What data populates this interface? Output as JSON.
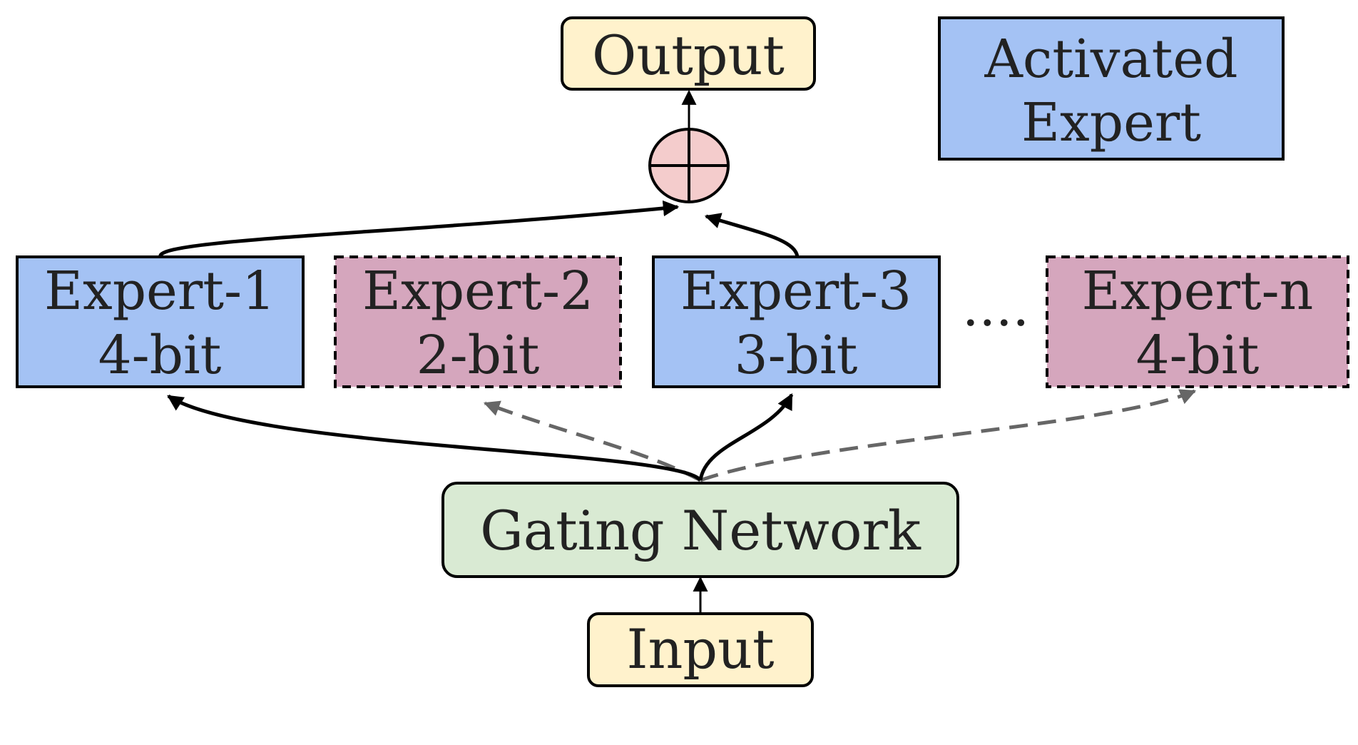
{
  "nodes": {
    "output": {
      "label": "Output",
      "fill": "#FFF2CC"
    },
    "input": {
      "label": "Input",
      "fill": "#FFF2CC"
    },
    "gating": {
      "label": "Gating Network",
      "fill": "#D9EAD3"
    },
    "sum": {
      "label": "",
      "fill": "#F4CCCC"
    },
    "experts": [
      {
        "name": "Expert-1",
        "bits": "4-bit",
        "activated": true
      },
      {
        "name": "Expert-2",
        "bits": "2-bit",
        "activated": false
      },
      {
        "name": "Expert-3",
        "bits": "3-bit",
        "activated": true
      },
      {
        "name": "Expert-n",
        "bits": "4-bit",
        "activated": false
      }
    ],
    "ellipsis": "...."
  },
  "legend": {
    "line1": "Activated",
    "line2": "Expert",
    "fill": "#A4C2F4"
  },
  "colors": {
    "activated_fill": "#A4C2F4",
    "inactive_fill": "#D5A6BD",
    "active_arrow": "#000000",
    "inactive_arrow": "#666666"
  }
}
